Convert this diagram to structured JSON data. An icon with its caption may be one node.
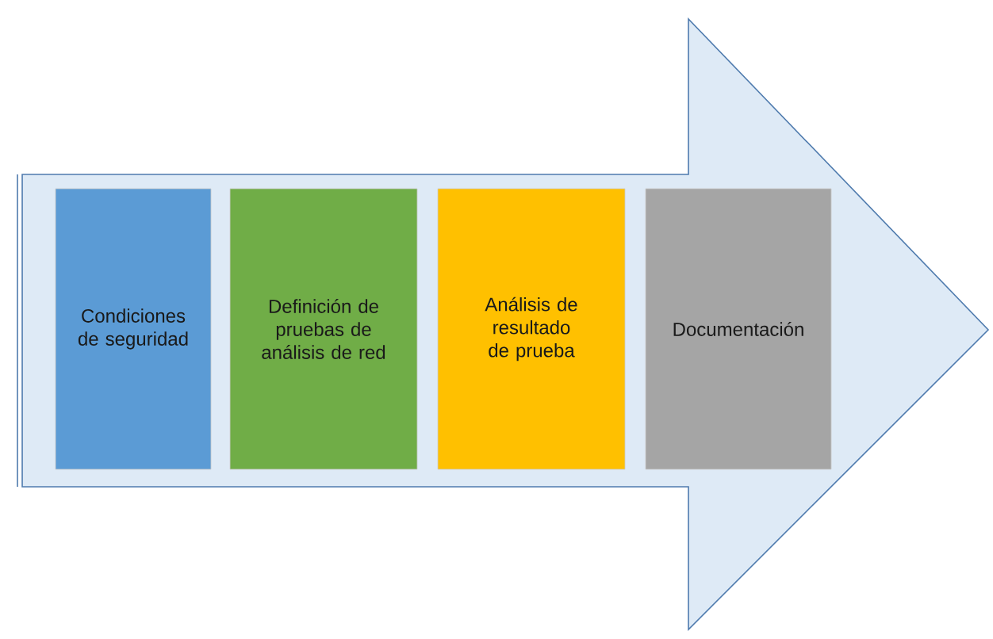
{
  "diagram": {
    "nodes": [
      {
        "text": [],
        "shape": "arrow"
      },
      {
        "text": [
          "Condiciones de seguridad"
        ],
        "in": 0
      },
      {
        "text": [
          "Definición de pruebas de análisis de red"
        ],
        "in": 0
      },
      {
        "text": [
          "Análisis de resultado de prueba"
        ],
        "in": 0
      },
      {
        "text": [
          "Documentación"
        ],
        "in": 0
      }
    ]
  }
}
